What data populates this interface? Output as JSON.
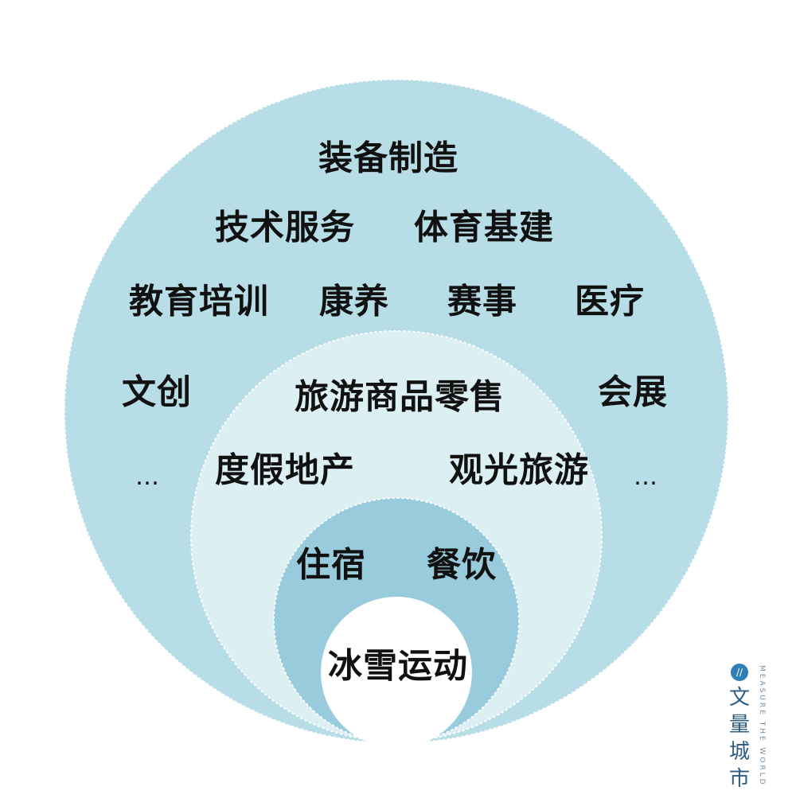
{
  "colors": {
    "outer_ring": "#b7dde6",
    "middle_ring": "#dceff3",
    "inner_ring": "#98cbdb",
    "core": "#ffffff",
    "text": "#111111",
    "brand": "#2f7fb5"
  },
  "layers": {
    "outer": [
      "装备制造",
      "技术服务",
      "体育基建",
      "教育培训",
      "康养",
      "赛事",
      "医疗",
      "文创",
      "会展",
      "…",
      "…"
    ],
    "middle": [
      "旅游商品零售",
      "度假地产",
      "观光旅游"
    ],
    "inner": [
      "住宿",
      "餐饮"
    ],
    "core": "冰雪运动"
  },
  "brand": {
    "logo_glyph": "//",
    "name": "文量城市",
    "tagline": "MEASURE THE WORLD"
  }
}
